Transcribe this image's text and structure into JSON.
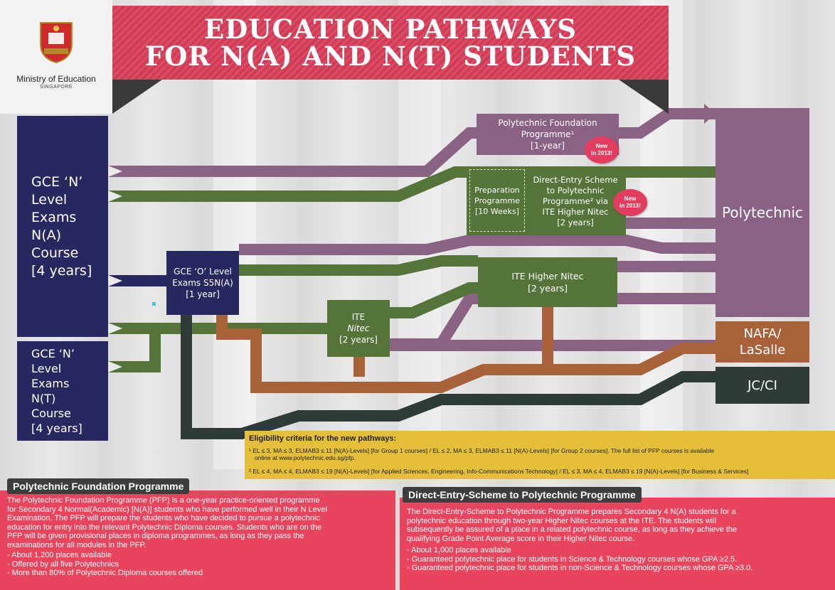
{
  "header": {
    "title_line1": "EDUCATION PATHWAYS",
    "title_line2": "FOR N(A) AND N(T) STUDENTS",
    "ministry": "Ministry of Education",
    "ministry_sub": "SINGAPORE",
    "crest_text": "SINGAPORE"
  },
  "boxes": {
    "na_course": [
      "GCE ‘N’",
      "Level",
      "Exams",
      "N(A)",
      "Course",
      "[4 years]"
    ],
    "nt_course": [
      "GCE ‘N’",
      "Level",
      "Exams",
      "N(T)",
      "Course",
      "[4 years]"
    ],
    "o_level": [
      "GCE ‘O’ Level",
      "Exams S5N(A)",
      "[1 year]"
    ],
    "ite_nitec": [
      "ITE",
      "Nitec",
      "[2 years]"
    ],
    "pfp": [
      "Polytechnic Foundation",
      "Programme¹",
      "[1-year]"
    ],
    "prep": [
      "Preparation",
      "Programme",
      "[10 Weeks]"
    ],
    "dsp": [
      "Direct-Entry Scheme",
      "to Polytechnic",
      "Programme² via",
      "ITE Higher Nitec",
      "[2 years]"
    ],
    "higher_nitec": [
      "ITE Higher Nitec",
      "[2 years]"
    ],
    "polytechnic": "Polytechnic",
    "nafa": [
      "NAFA/",
      "LaSalle"
    ],
    "jc": "JC/CI"
  },
  "badges": {
    "new1": [
      "New",
      "in 2013!"
    ],
    "new2": [
      "New",
      "in 2013!"
    ]
  },
  "eligibility": {
    "title": "Eligibility criteria for the new pathways:",
    "note1_line1": "¹  EL ≤ 3, MA ≤ 3, ELMAB3 ≤ 11 [N(A)-Levels] [for Group 1 courses] / EL ≤ 2, MA ≤ 3, ELMAB3 ≤ 11 [N(A)-Levels] [for Group 2 courses].  The full list of PFP courses is available",
    "note1_line2": "online at www.polytechnic.edu.sg/pfp.",
    "note2": "²  EL ≤ 4, MA ≤ 4, ELMAB3 ≤ 19 [N(A)-Levels] [for Applied Sciences, Engineering, Info-Communications Technology] / EL ≤ 3, MA ≤ 4, ELMAB3 ≤ 19 [N(A)-Levels] [for Business & Services]"
  },
  "pfp_panel": {
    "heading": "Polytechnic Foundation Programme",
    "lines": [
      "The Polytechnic Foundation Programme (PFP) is a one-year practice-oriented programme",
      "for Secondary 4 Normal(Academic) [N(A)] students who have performed well in their N Level",
      "Examination. The PFP will prepare the students who have decided to pursue a polytechnic",
      "education for entry into the relevant Polytechnic Diploma courses. Students who are on the",
      "PFP will be given provisional places in diploma programmes, as long as they pass the",
      "examinations for all modules in the PFP."
    ],
    "bullets": [
      "- About 1,200 places available",
      "- Offered by all five Polytechnics",
      "- More than 80% of Polytechnic Diploma courses offered"
    ]
  },
  "dsp_panel": {
    "heading": "Direct-Entry-Scheme to Polytechnic Programme",
    "lines": [
      "The Direct-Entry-Scheme to Polytechnic Programme prepares Secondary 4 N(A) students for a",
      "polytechnic education through two-year Higher Nitec courses at the ITE. The students will",
      "subsequently be assured of a place in a related polytechnic course, as long as they achieve the",
      "qualifying Grade Point Average score in their Higher Nitec course."
    ],
    "bullets": [
      "- About 1,000 places available",
      "- Guaranteed polytechnic place for students in Science & Technology courses whose GPA ≥2.5.",
      "- Guaranteed polytechnic place for students in non-Science & Technology courses whose GPA ≥3.0."
    ]
  },
  "colors": {
    "navy": "#27285f",
    "purple": "#8a6283",
    "green": "#55743a",
    "orange": "#a9613a",
    "dark": "#2f3b38",
    "red": "#d33a55",
    "yellow": "#e5bf3a"
  }
}
